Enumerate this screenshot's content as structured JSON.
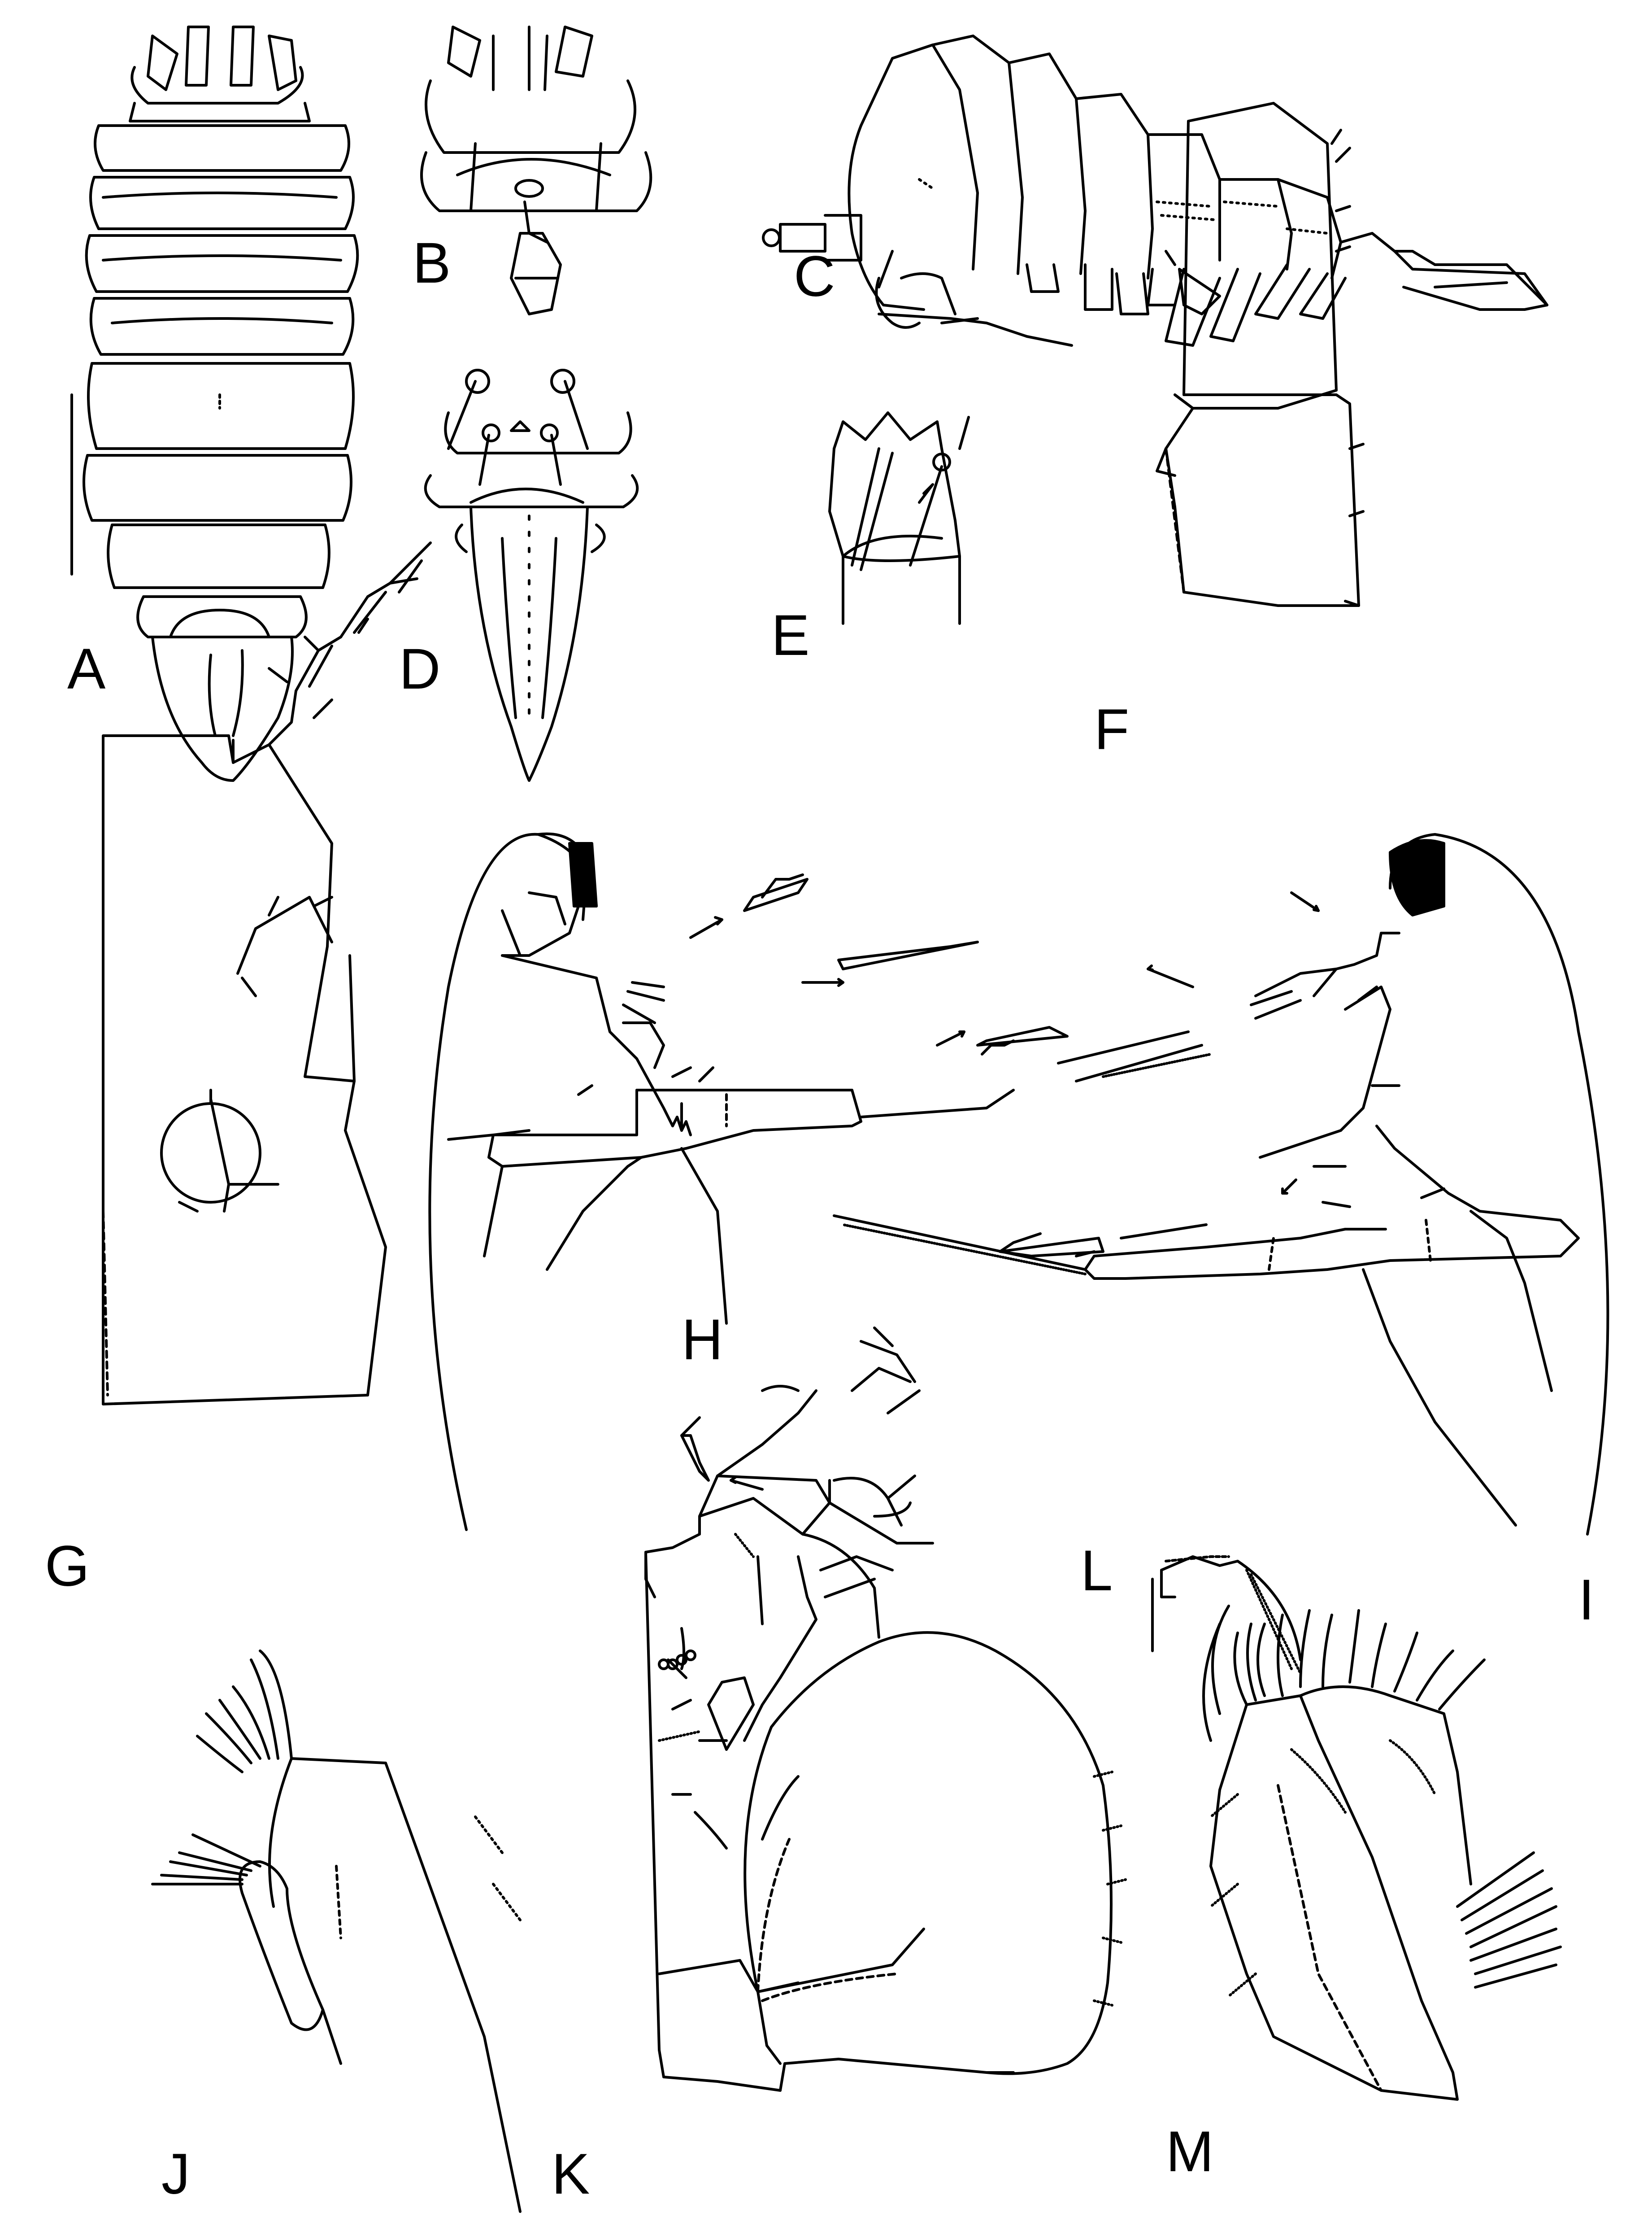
{
  "figure": {
    "panel_labels": [
      "A",
      "B",
      "C",
      "D",
      "E",
      "F",
      "G",
      "H",
      "I",
      "J",
      "K",
      "L",
      "M"
    ],
    "colors": {
      "ink": "#000000",
      "background": "#ffffff"
    }
  }
}
